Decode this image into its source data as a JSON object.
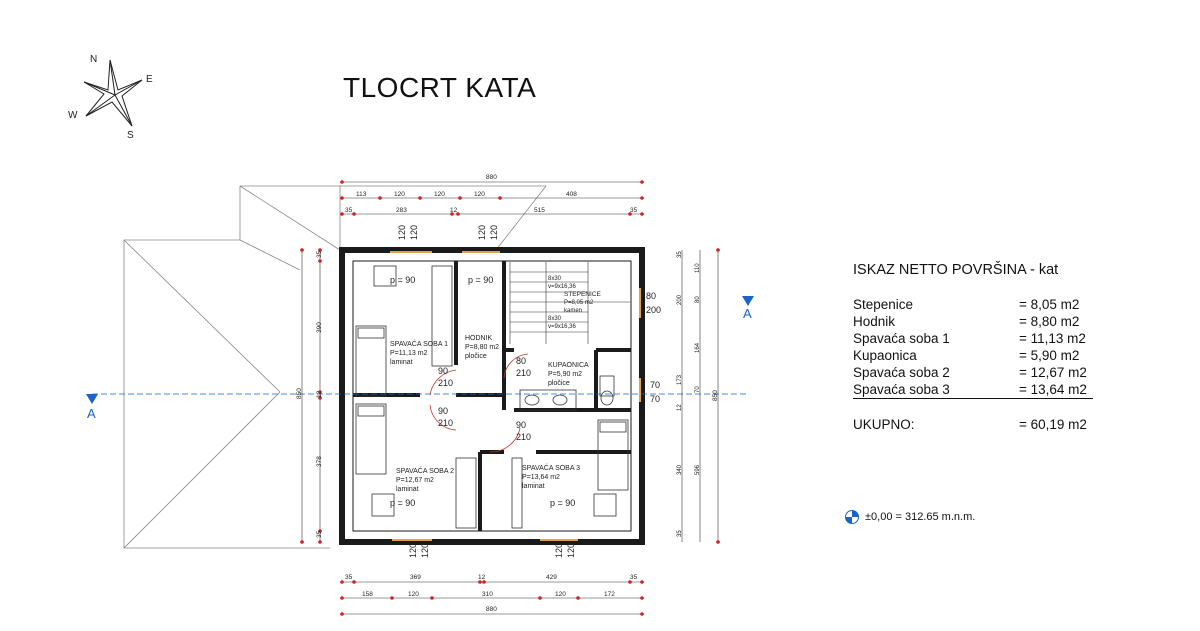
{
  "title": "TLOCRT KATA",
  "compass": {
    "n": "N",
    "e": "E",
    "s": "S",
    "w": "W"
  },
  "section_marker": {
    "left": "A",
    "right": "A"
  },
  "dims": {
    "top_total": "880",
    "top_row2": [
      "113",
      "120",
      "120",
      "120",
      "408"
    ],
    "top_row3": [
      "35",
      "283",
      "12",
      "515",
      "35"
    ],
    "bottom_row1": [
      "35",
      "369",
      "12",
      "429",
      "35"
    ],
    "bottom_row2": [
      "158",
      "120",
      "310",
      "120",
      "172"
    ],
    "bottom_total": "880",
    "left_outer": "850",
    "left_inner": [
      "35",
      "390",
      "12",
      "378",
      "35"
    ],
    "right_inner_a": [
      "35",
      "110",
      "80",
      "200",
      "164",
      "173",
      "70",
      "12",
      "340",
      "596",
      "35"
    ],
    "right_total": "850"
  },
  "openings": {
    "top1": [
      "120",
      "120"
    ],
    "top2": [
      "120",
      "120"
    ],
    "bottom1": [
      "120",
      "120"
    ],
    "bottom2": [
      "120",
      "120"
    ],
    "win_right1": [
      "80",
      "200"
    ],
    "win_right2": [
      "70",
      "70"
    ],
    "door_sp1": [
      "90",
      "210"
    ],
    "door_sp2": [
      "90",
      "210"
    ],
    "door_kup": [
      "80",
      "210"
    ],
    "door_sp3": [
      "90",
      "210"
    ]
  },
  "rooms": {
    "sp1": {
      "name": "SPAVAĆA SOBA 1",
      "area": "P=11,13 m2",
      "floor": "laminat"
    },
    "sp2": {
      "name": "SPAVAĆA SOBA 2",
      "area": "P=12,67 m2",
      "floor": "laminat"
    },
    "sp3": {
      "name": "SPAVAĆA SOBA 3",
      "area": "P=13,64 m2",
      "floor": "laminat"
    },
    "hod": {
      "name": "HODNIK",
      "area": "P=8,80 m2",
      "floor": "pločice"
    },
    "kup": {
      "name": "KUPAONICA",
      "area": "P=5,90 m2",
      "floor": "pločice"
    },
    "stp": {
      "name": "STEPENICE",
      "area": "P=8,05 m2",
      "floor": "kamen",
      "spec1a": "8x30",
      "spec1b": "v=9x16,36",
      "spec2a": "8x30",
      "spec2b": "v=9x16,36"
    }
  },
  "parapets": [
    "p = 90",
    "p = 90",
    "p = 90",
    "p = 90"
  ],
  "areas": {
    "heading": "ISKAZ NETTO POVRŠINA - kat",
    "rows": [
      {
        "label": "Stepenice",
        "value": "= 8,05 m2"
      },
      {
        "label": "Hodnik",
        "value": "= 8,80 m2"
      },
      {
        "label": "Spavaća soba 1",
        "value": "= 11,13 m2"
      },
      {
        "label": "Kupaonica",
        "value": "= 5,90 m2"
      },
      {
        "label": "Spavaća soba 2",
        "value": "= 12,67 m2"
      },
      {
        "label": "Spavaća soba 3",
        "value": "= 13,64 m2"
      }
    ],
    "total_label": "UKUPNO:",
    "total_value": "= 60,19 m2"
  },
  "elevation": "±0,00 = 312.65 m.n.m.",
  "colors": {
    "wall": "#1a1a1a",
    "dim_tick": "#cc2222",
    "section": "#1b63c9",
    "window": "#e0a050"
  }
}
